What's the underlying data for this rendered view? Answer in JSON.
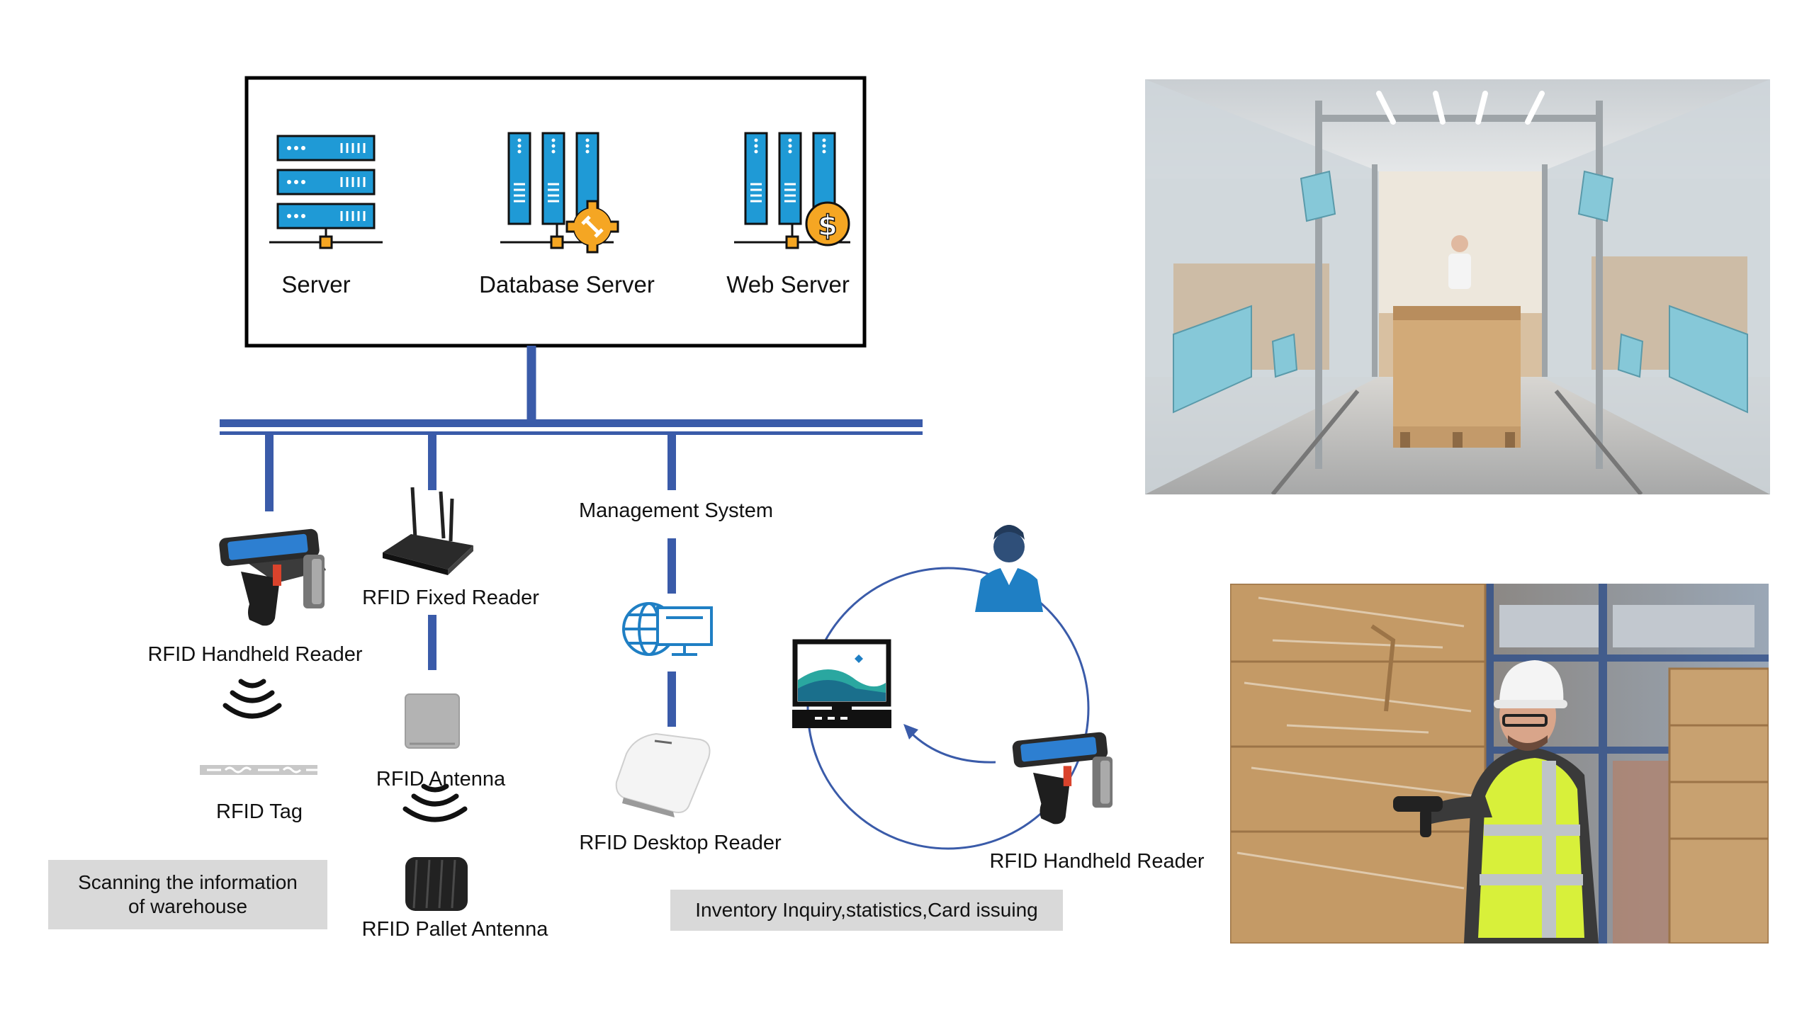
{
  "servers": {
    "server_label": "Server",
    "database_label": "Database Server",
    "web_label": "Web Server"
  },
  "devices": {
    "handheld_reader_left": "RFID Handheld Reader",
    "fixed_reader": "RFID Fixed Reader",
    "management_system": "Management System",
    "rfid_tag": "RFID Tag",
    "rfid_antenna": "RFID Antenna",
    "desktop_reader": "RFID Desktop Reader",
    "pallet_antenna": "RFID Pallet Antenna",
    "handheld_reader_right": "RFID Handheld Reader"
  },
  "notes": {
    "warehouse_box": "Scanning the information of warehouse",
    "inventory_box": "Inventory Inquiry,statistics,Card issuing"
  },
  "colors": {
    "bus_blue": "#3a5ba9",
    "icon_blue": "#1f9ad6",
    "icon_orange": "#f5a623",
    "panel_gray": "#d9d9d9"
  }
}
